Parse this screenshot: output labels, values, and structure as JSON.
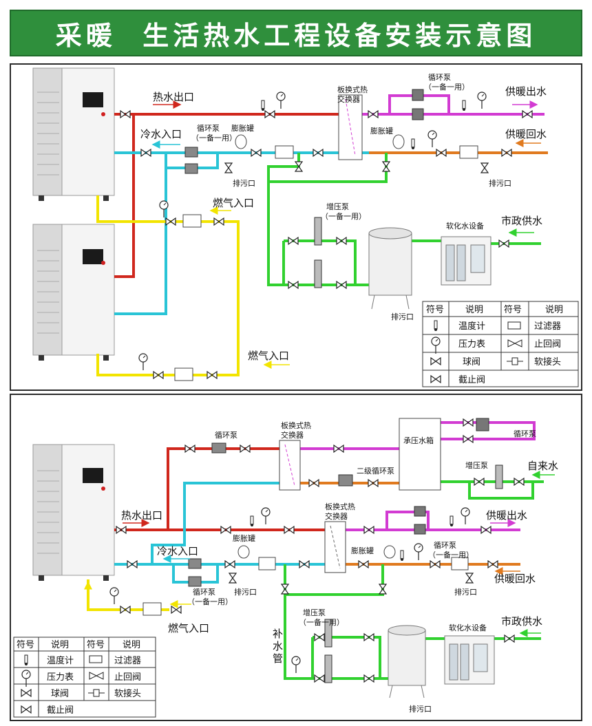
{
  "title": "采暖  生活热水工程设备安装示意图",
  "colors": {
    "title_bg": "#2f8f3c",
    "hot": "#d0271d",
    "cold": "#29c4d6",
    "gas": "#f2e400",
    "heating": "#e07a1f",
    "supply": "#d23bd2",
    "water": "#31d12f"
  },
  "top": {
    "labels": {
      "hot_water_out": "热水出口",
      "cold_water_in": "冷水入口",
      "circ_pump": "循环泵",
      "one_standby": "（一备一用）",
      "expansion_tank": "膨胀罐",
      "drain": "排污口",
      "gas_in": "燃气入口",
      "phe_1": "板换式热",
      "phe_2": "交换器",
      "circ_pump_r": "循环泵",
      "one_standby_r": "（一备一用）",
      "heating_out": "供暖出水",
      "heating_return": "供暖回水",
      "expansion_tank_r": "膨胀罐",
      "drain_r": "排污口",
      "booster_pump": "增压泵",
      "one_standby_b": "（一备一用）",
      "softener": "软化水设备",
      "municipal": "市政供水",
      "drain_tank": "排污口",
      "gas_in_b": "燃气入口"
    },
    "legend": {
      "headers": [
        "符号",
        "说明",
        "符号",
        "说明"
      ],
      "rows": [
        [
          "温度计",
          "过滤器"
        ],
        [
          "压力表",
          "止回阀"
        ],
        [
          "球阀",
          "软接头"
        ],
        [
          "截止阀",
          ""
        ]
      ]
    }
  },
  "bottom": {
    "labels": {
      "circ_pump": "循环泵",
      "phe_1a": "板换式热",
      "phe_1b": "交换器",
      "pressure_tank": "承压水箱",
      "circ_pump_r": "循环泵",
      "secondary_pump": "二级循环泵",
      "booster": "增压泵",
      "tap_water": "自来水",
      "hot_water_out": "热水出口",
      "phe_2a": "板换式热",
      "phe_2b": "交换器",
      "heating_out": "供暖出水",
      "circ_pump_h": "循环泵",
      "one_standby_h": "（一备一用）",
      "cold_water_in": "冷水入口",
      "expansion_tank": "膨胀罐",
      "expansion_tank_r": "膨胀罐",
      "heating_return": "供暖回水",
      "circ_pump_b": "循环泵",
      "one_standby_b": "（一备一用）",
      "drain": "排污口",
      "drain_r": "排污口",
      "gas_in": "燃气入口",
      "booster_b": "增压泵",
      "one_standby_boost": "（一备一用）",
      "softener": "软化水设备",
      "municipal": "市政供水",
      "makeup_1": "补",
      "makeup_2": "水",
      "makeup_3": "管",
      "drain_tank": "排污口"
    },
    "legend": {
      "headers": [
        "符号",
        "说明",
        "符号",
        "说明"
      ],
      "rows": [
        [
          "温度计",
          "过滤器"
        ],
        [
          "压力表",
          "止回阀"
        ],
        [
          "球阀",
          "软接头"
        ],
        [
          "截止阀",
          ""
        ]
      ]
    }
  }
}
